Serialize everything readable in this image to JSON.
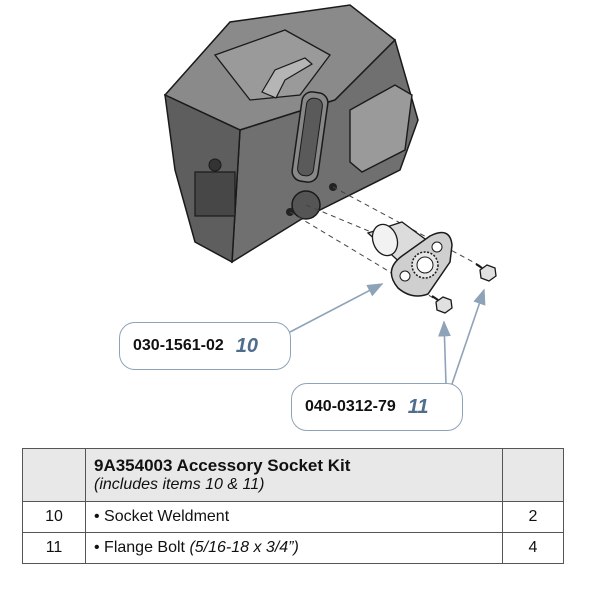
{
  "callouts": [
    {
      "part_number": "030-1561-02",
      "item": "10"
    },
    {
      "part_number": "040-0312-79",
      "item": "11"
    }
  ],
  "table": {
    "kit_title": "9A354003 Accessory Socket Kit",
    "kit_subtitle": "(includes items 10 & 11)",
    "rows": [
      {
        "item": "10",
        "description": "• Socket Weldment",
        "description_italic": "",
        "qty": "2"
      },
      {
        "item": "11",
        "description": "• Flange Bolt ",
        "description_italic": "(5/16-18 x 3/4”)",
        "qty": "4"
      }
    ]
  },
  "colors": {
    "callout_border": "#8fa3b8",
    "item_number": "#4f6d8c",
    "machine_fill": "#6b6b6b",
    "table_header_fill": "#e8e8e8"
  }
}
